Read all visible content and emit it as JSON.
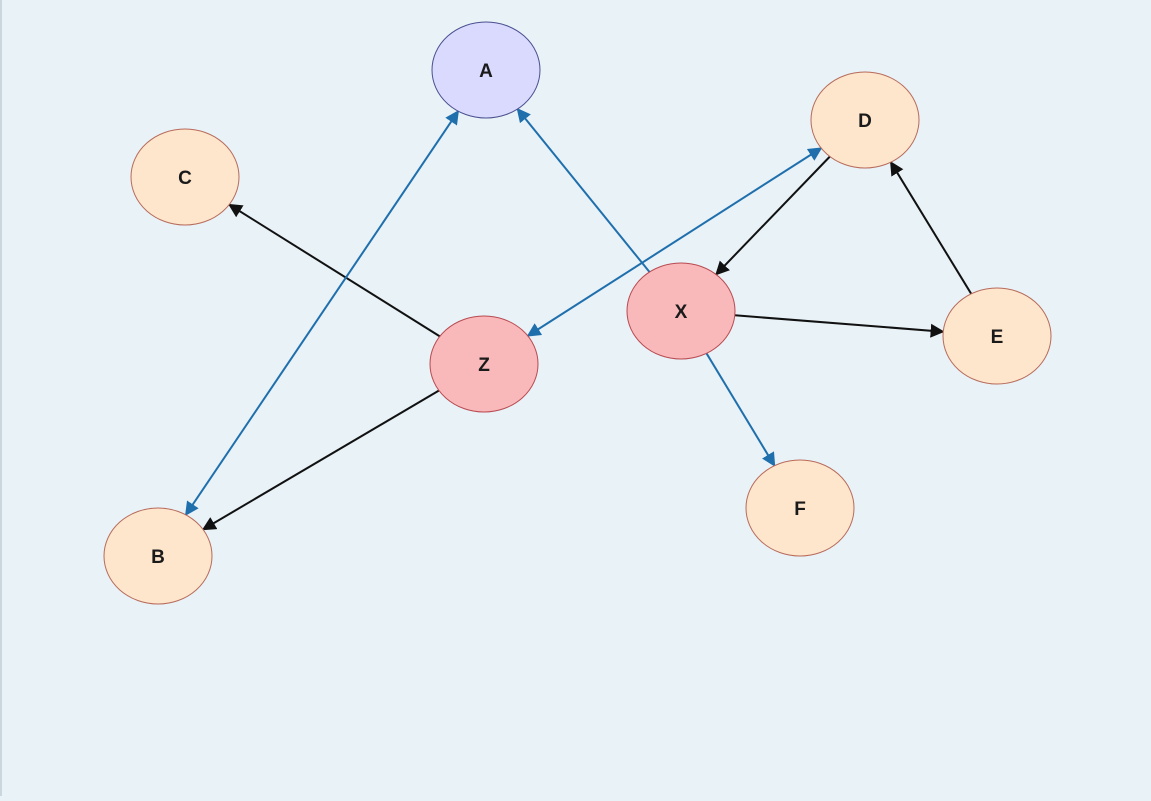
{
  "diagram": {
    "colors": {
      "background": "#e8f2f7",
      "edge_black": "#111111",
      "edge_blue": "#1f6fad",
      "node_orange_fill": "#fde6cc",
      "node_orange_stroke": "#b86a5a",
      "node_red_fill": "#f9b9bb",
      "node_red_stroke": "#b84a50",
      "node_blue_fill": "#d9dafd",
      "node_blue_stroke": "#4a4f8f"
    },
    "nodes": [
      {
        "id": "A",
        "label": "A",
        "style": "blue"
      },
      {
        "id": "C",
        "label": "C",
        "style": "orange"
      },
      {
        "id": "D",
        "label": "D",
        "style": "orange"
      },
      {
        "id": "X",
        "label": "X",
        "style": "red"
      },
      {
        "id": "E",
        "label": "E",
        "style": "orange"
      },
      {
        "id": "Z",
        "label": "Z",
        "style": "red"
      },
      {
        "id": "F",
        "label": "F",
        "style": "orange"
      },
      {
        "id": "B",
        "label": "B",
        "style": "orange"
      }
    ],
    "edges": [
      {
        "from": "Z",
        "to": "C",
        "color": "black"
      },
      {
        "from": "Z",
        "to": "B",
        "color": "black"
      },
      {
        "from": "D",
        "to": "X",
        "color": "black"
      },
      {
        "from": "X",
        "to": "E",
        "color": "black"
      },
      {
        "from": "E",
        "to": "D",
        "color": "black"
      },
      {
        "from": "B",
        "to": "A",
        "color": "blue",
        "bidirectional": true
      },
      {
        "from": "D",
        "to": "Z",
        "color": "blue",
        "bidirectional": true
      },
      {
        "from": "X",
        "to": "A",
        "color": "blue"
      },
      {
        "from": "X",
        "to": "F",
        "color": "blue"
      }
    ]
  }
}
